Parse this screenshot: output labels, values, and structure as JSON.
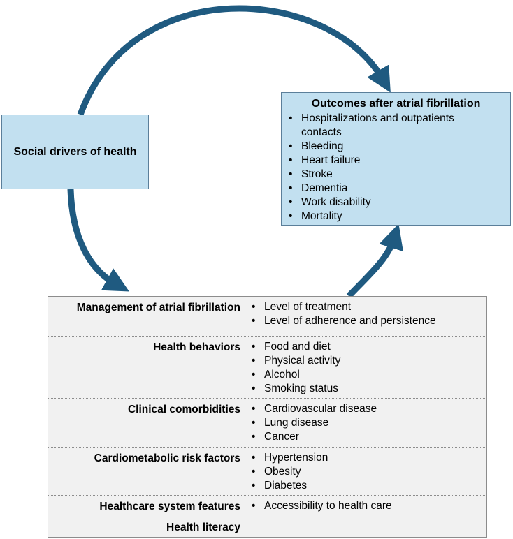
{
  "colors": {
    "arrow": "#1f5a80",
    "box_fill": "#c2e0f0",
    "factors_fill": "#f1f1f1"
  },
  "social": {
    "label": "Social drivers of health"
  },
  "outcomes": {
    "title": "Outcomes after atrial fibrillation",
    "items": [
      "Hospitalizations and outpatients",
      "contacts",
      "Bleeding",
      "Heart failure",
      "Stroke",
      "Dementia",
      "Work disability",
      "Mortality"
    ]
  },
  "factors": [
    {
      "label": "Management of atrial fibrillation",
      "items": [
        "Level of treatment",
        "Level of adherence and persistence"
      ]
    },
    {
      "label": "Health behaviors",
      "items": [
        "Food and diet",
        "Physical activity",
        "Alcohol",
        "Smoking status"
      ]
    },
    {
      "label": "Clinical comorbidities",
      "items": [
        "Cardiovascular disease",
        "Lung disease",
        "Cancer"
      ]
    },
    {
      "label": "Cardiometabolic risk factors",
      "items": [
        "Hypertension",
        "Obesity",
        "Diabetes"
      ]
    },
    {
      "label": "Healthcare system features",
      "items": [
        "Accessibility to health care"
      ]
    },
    {
      "label": "Health literacy",
      "items": []
    }
  ]
}
